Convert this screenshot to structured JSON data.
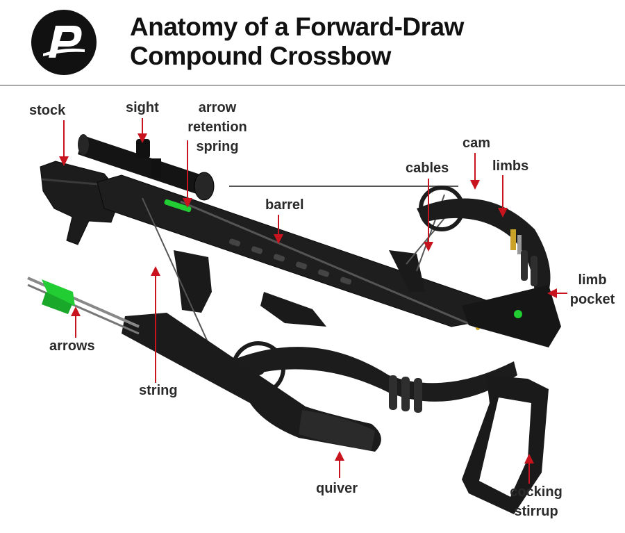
{
  "header": {
    "title_line1": "Anatomy of a Forward-Draw",
    "title_line2": "Compound Crossbow"
  },
  "colors": {
    "pointer": "#c8141e",
    "bow_body": "#1c1c1c",
    "accent_green": "#22cc33",
    "label_text": "#2a2a2a"
  },
  "labels": {
    "stock": "stock",
    "sight": "sight",
    "arrow_retention_line1": "arrow",
    "arrow_retention_line2": "retention",
    "arrow_retention_line3": "spring",
    "cam": "cam",
    "cables": "cables",
    "limbs": "limbs",
    "barrel": "barrel",
    "limb_pocket_line1": "limb",
    "limb_pocket_line2": "pocket",
    "arrows": "arrows",
    "string": "string",
    "quiver": "quiver",
    "cocking_stirrup_line1": "cocking",
    "cocking_stirrup_line2": "stirrup"
  }
}
